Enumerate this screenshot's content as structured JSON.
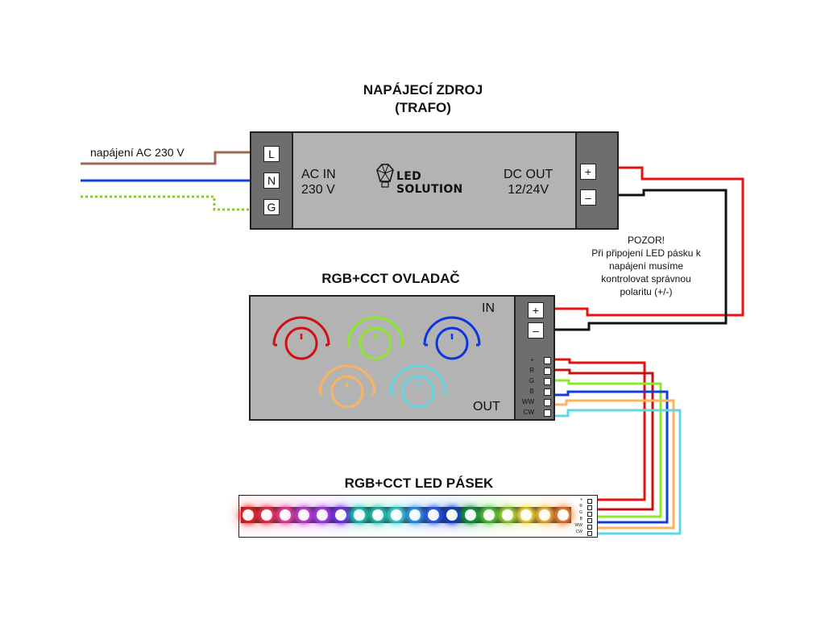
{
  "power_supply": {
    "title_line1": "NAPÁJECÍ ZDROJ",
    "title_line2": "(TRAFO)",
    "ac_in_line1": "AC IN",
    "ac_in_line2": "230 V",
    "dc_out_line1": "DC OUT",
    "dc_out_line2": "12/24V",
    "logo_text": "LED SOLUTION",
    "input_terminals": [
      "L",
      "N",
      "G"
    ],
    "output_terminals": [
      "+",
      "–"
    ]
  },
  "mains_label": "napájení AC 230 V",
  "warning_note": {
    "line1": "POZOR!",
    "line2": "Při připojení LED pásku k",
    "line3": "napájení musíme",
    "line4": "kontrolovat správnou",
    "line5": "polaritu (+/-)"
  },
  "controller": {
    "title": "RGB+CCT OVLADAČ",
    "in_label": "IN",
    "out_label": "OUT",
    "input_terminals": [
      "+",
      "–"
    ],
    "output_channels": [
      "+",
      "R",
      "G",
      "B",
      "WW",
      "CW"
    ],
    "knobs": [
      {
        "name": "red",
        "color": "#d01010"
      },
      {
        "name": "green",
        "color": "#8ee82a"
      },
      {
        "name": "blue",
        "color": "#0a35e0"
      },
      {
        "name": "warm-white",
        "color": "#fbb45e"
      },
      {
        "name": "cold-white",
        "color": "#5fd8e4"
      }
    ]
  },
  "led_strip": {
    "title": "RGB+CCT LED PÁSEK",
    "channels": [
      "+",
      "R",
      "G",
      "B",
      "WW",
      "CW"
    ],
    "led_colors": [
      "#ff2020",
      "#ff3050",
      "#ff40a0",
      "#d040e0",
      "#b040ff",
      "#7a30ff",
      "#20d0c0",
      "#20c8b0",
      "#40e0e0",
      "#30a0ff",
      "#3060ff",
      "#1040e0",
      "#10a040",
      "#50d040",
      "#a0e040",
      "#ffe040",
      "#ffc040",
      "#ff8030"
    ]
  },
  "wire_colors": {
    "live": "#9b6a50",
    "neutral": "#1040e0",
    "ground": "#8cc63f",
    "positive": "#e81010",
    "negative": "#111111",
    "plus_channel": "#e81010",
    "red_channel": "#c81010",
    "green_channel": "#8ee82a",
    "blue_channel": "#1040d8",
    "ww_channel": "#fbb45e",
    "cw_channel": "#5fd8e4"
  }
}
